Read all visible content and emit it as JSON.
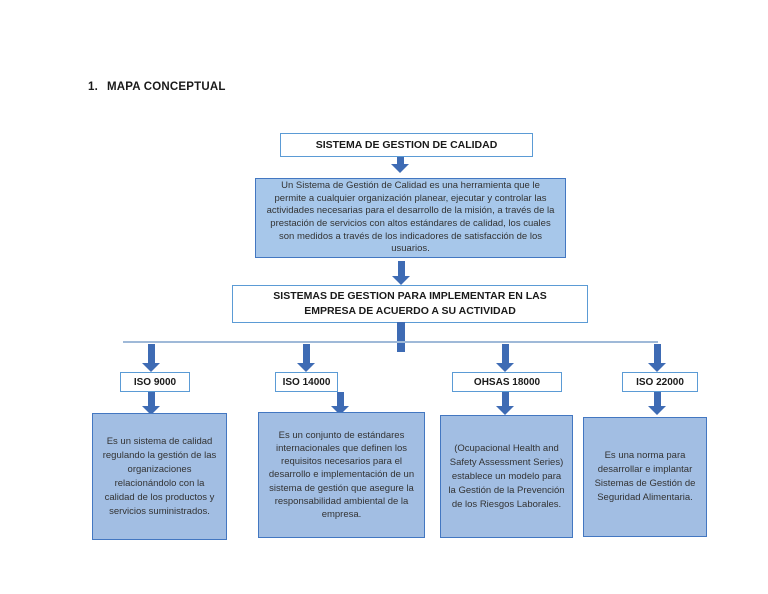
{
  "heading": {
    "number": "1.",
    "title": "MAPA CONCEPTUAL"
  },
  "diagram": {
    "root_label": "SISTEMA DE GESTION DE CALIDAD",
    "root_description": "Un Sistema de Gestión de Calidad es una herramienta que le permite a cualquier organización planear, ejecutar y controlar las actividades necesarias para el desarrollo de la misión, a través de la prestación de servicios con altos estándares de calidad, los cuales son medidos a través de los indicadores de satisfacción de los usuarios.",
    "group_label": "SISTEMAS DE GESTION PARA IMPLEMENTAR EN LAS EMPRESA DE ACUERDO A SU ACTIVIDAD",
    "branches": [
      {
        "label": "ISO 9000",
        "description": "Es un sistema de calidad regulando la gestión de las organizaciones relacionándolo con la calidad de los productos y servicios suministrados."
      },
      {
        "label": "ISO 14000",
        "description": "Es un conjunto de estándares internacionales que definen los requisitos necesarios para el desarrollo e implementación de un sistema de gestión que asegure la responsabilidad ambiental de la empresa."
      },
      {
        "label": "OHSAS 18000",
        "description": "(Ocupacional Health and Safety Assessment Series) establece un modelo para la Gestión de la Prevención de los Riesgos Laborales."
      },
      {
        "label": "ISO 22000",
        "description": "Es una norma para desarrollar e implantar Sistemas de Gestión de Seguridad Alimentaria."
      }
    ]
  },
  "colors": {
    "arrow": "#3E6BB4",
    "box_border": "#5B9BD5",
    "desc_border": "#4377C1",
    "desc_fill": "#A2BEE3",
    "main_desc_fill": "#A7C7EA",
    "line": "#9FB9D8",
    "text_dark": "#333333"
  }
}
